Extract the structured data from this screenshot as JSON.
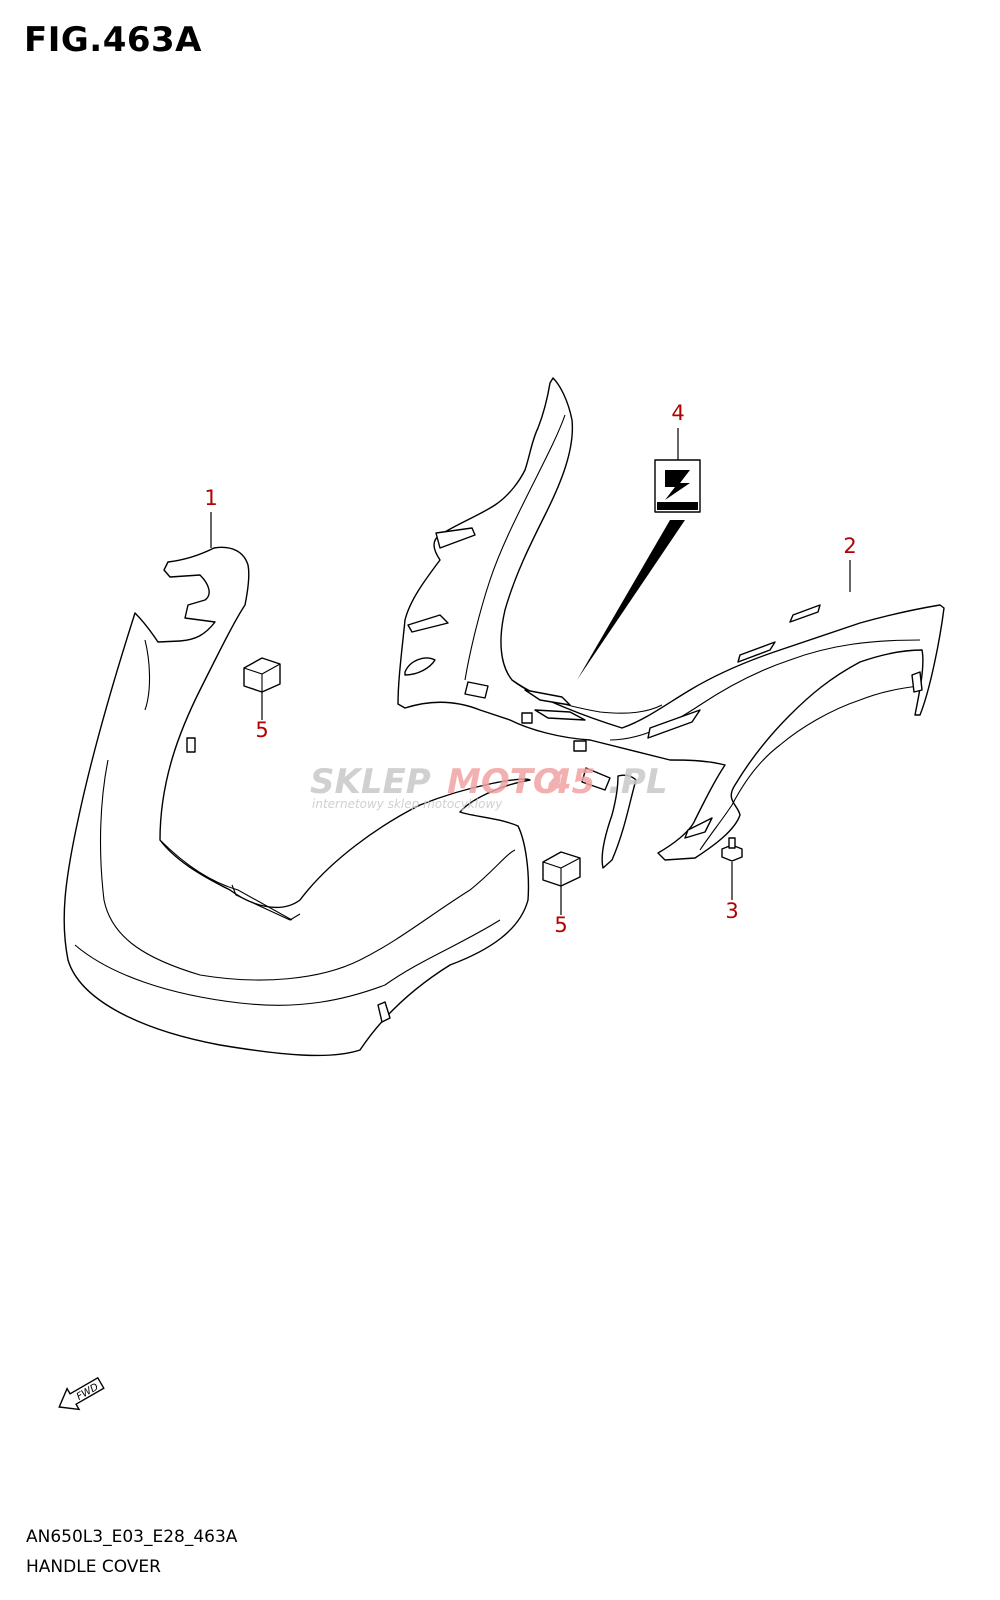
{
  "figure": {
    "title": "FIG.463A",
    "model_code": "AN650L3_E03_E28_463A",
    "description": "HANDLE COVER"
  },
  "callouts": [
    {
      "id": "1",
      "label": "1"
    },
    {
      "id": "2",
      "label": "2"
    },
    {
      "id": "3",
      "label": "3"
    },
    {
      "id": "4",
      "label": "4"
    },
    {
      "id": "5a",
      "label": "5"
    },
    {
      "id": "5b",
      "label": "5"
    }
  ],
  "fwd_arrow": {
    "label": "FWD"
  },
  "watermark": {
    "brand_left": "SKLEP",
    "brand_right": "MOTO",
    "brand_number": "45",
    "brand_suffix": ".PL",
    "tagline": "internetowy sklep motocyklowy"
  },
  "colors": {
    "callout": "#b30000",
    "watermark_gray": "#c8c8c8",
    "watermark_red": "#f2a3a3"
  }
}
